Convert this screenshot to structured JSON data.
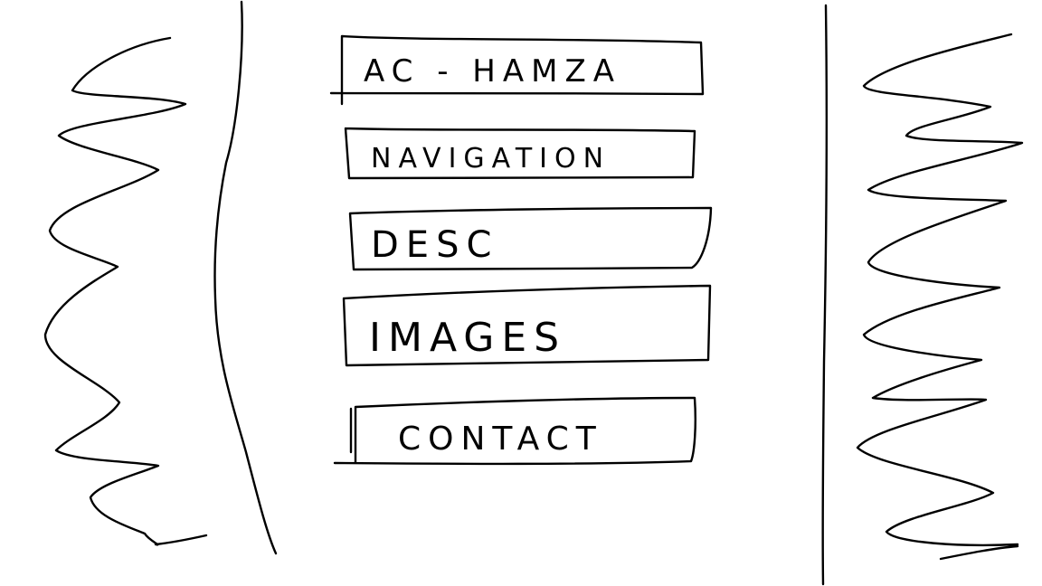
{
  "wireframe": {
    "boxes": [
      {
        "id": "title",
        "label": "AC - HAMZA"
      },
      {
        "id": "navigation",
        "label": "NAVIGATION"
      },
      {
        "id": "desc",
        "label": "DESC"
      },
      {
        "id": "images",
        "label": "IMAGES"
      },
      {
        "id": "contact",
        "label": "CONTACT"
      }
    ]
  }
}
